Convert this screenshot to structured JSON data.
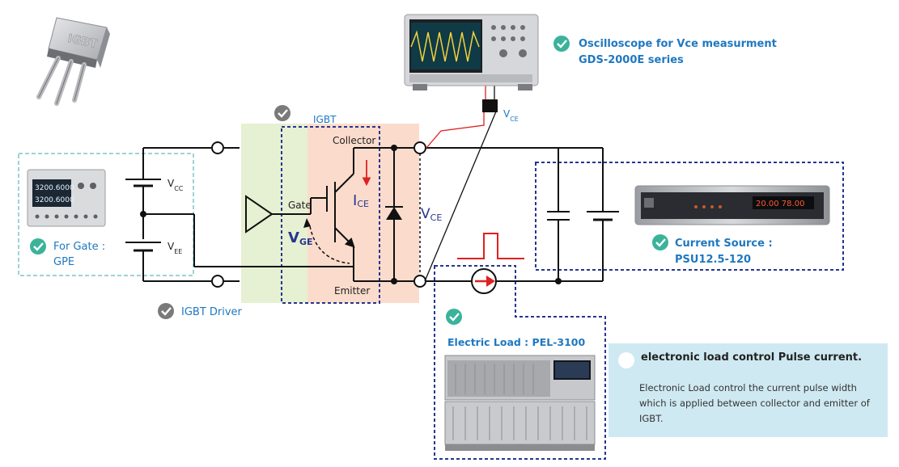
{
  "labels": {
    "oscilloscope_line1": "Oscilloscope for Vce measurment",
    "oscilloscope_line2": "GDS-2000E series",
    "vce_probe": "V",
    "vce_probe_sub": "CE",
    "igbt": "IGBT",
    "collector": "Collector",
    "emitter": "Emitter",
    "gate": "Gate",
    "ice": "I",
    "ice_sub": "CE",
    "vce_main": "V",
    "vce_main_sub": "CE",
    "vge": "V",
    "vge_sub": "GE",
    "vcc": "V",
    "vcc_sub": "CC",
    "vee": "V",
    "vee_sub": "EE",
    "for_gate_line1": "For Gate :",
    "for_gate_line2": "GPE",
    "igbt_driver": "IGBT Driver",
    "current_source_line1": "Current Source :",
    "current_source_line2": "PSU12.5-120",
    "electric_load": "Electric Load : PEL-3100",
    "to_package_text": "IGBT",
    "gpe_readout1": "3200.6000",
    "gpe_readout2": "3200.6000",
    "psu_readout": "20.00 78.00"
  },
  "note": {
    "title": "electronic load control Pulse current.",
    "body": "Electronic Load control the current pulse width which is applied between collector and emitter of IGBT."
  },
  "colors": {
    "accent_blue": "#1f78c0",
    "check_green": "#3bb39b",
    "check_gray": "#7a7a7a",
    "dashed_navy": "#27358f",
    "dashed_teal": "#7fc3cc",
    "driver_fill": "#e6f0d2",
    "igbt_fill": "#fbdccc",
    "pulse_red": "#e02020"
  }
}
